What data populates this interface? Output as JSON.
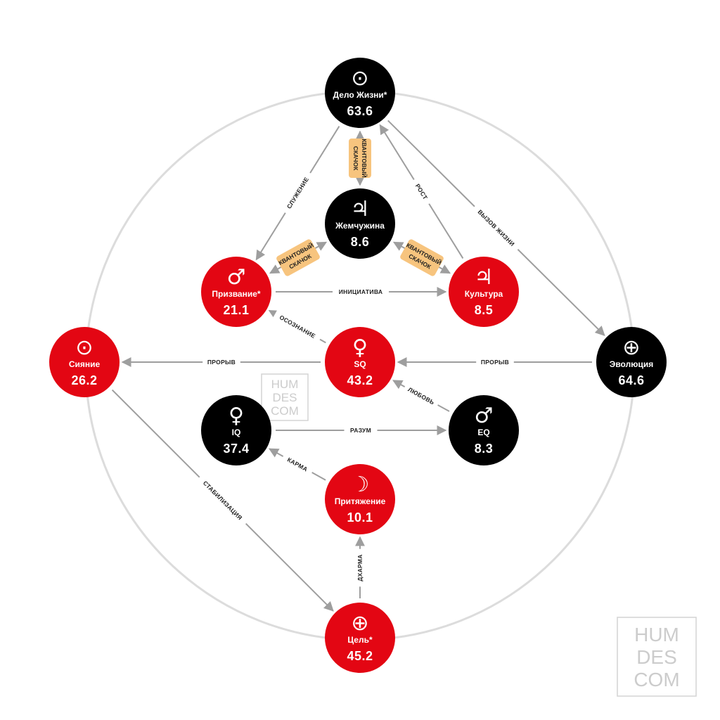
{
  "colors": {
    "red": "#e30613",
    "black": "#000000",
    "edge": "#9e9e9e",
    "ring": "#dcdcdc",
    "badge": "#f7c47e"
  },
  "nodes": [
    {
      "id": "delo",
      "label": "Дело Жизни*",
      "value": "63.6",
      "symbol": "sun-icon",
      "glyph": "⊙",
      "color": "black"
    },
    {
      "id": "pearl",
      "label": "Жемчужина",
      "value": "8.6",
      "symbol": "jupiter-icon",
      "glyph": "♃",
      "color": "black"
    },
    {
      "id": "prizv",
      "label": "Призвание*",
      "value": "21.1",
      "symbol": "mars-icon",
      "glyph": "♂",
      "color": "red"
    },
    {
      "id": "kult",
      "label": "Культура",
      "value": "8.5",
      "symbol": "jupiter-icon",
      "glyph": "♃",
      "color": "red"
    },
    {
      "id": "siyan",
      "label": "Сияние",
      "value": "26.2",
      "symbol": "sun-icon",
      "glyph": "⊙",
      "color": "red"
    },
    {
      "id": "sq",
      "label": "SQ",
      "value": "43.2",
      "symbol": "venus-icon",
      "glyph": "♀",
      "color": "red"
    },
    {
      "id": "evol",
      "label": "Эволюция",
      "value": "64.6",
      "symbol": "earth-icon",
      "glyph": "⊕",
      "color": "black"
    },
    {
      "id": "iq",
      "label": "IQ",
      "value": "37.4",
      "symbol": "venus-icon",
      "glyph": "♀",
      "color": "black"
    },
    {
      "id": "eq",
      "label": "EQ",
      "value": "8.3",
      "symbol": "mars-icon",
      "glyph": "♂",
      "color": "black"
    },
    {
      "id": "prit",
      "label": "Притяжение",
      "value": "10.1",
      "symbol": "moon-icon",
      "glyph": "☽",
      "color": "red"
    },
    {
      "id": "cel",
      "label": "Цель*",
      "value": "45.2",
      "symbol": "earth-icon",
      "glyph": "⊕",
      "color": "red"
    }
  ],
  "edges": [
    {
      "from": "delo",
      "to": "prizv",
      "label": "СЛУЖЕНИЕ"
    },
    {
      "from": "kult",
      "to": "delo",
      "label": "РОСТ"
    },
    {
      "from": "delo",
      "to": "evol",
      "label": "ВЫЗОВ ЖИЗНИ"
    },
    {
      "from": "prizv",
      "to": "kult",
      "label": "ИНИЦИАТИВА"
    },
    {
      "from": "sq",
      "to": "prizv",
      "label": "ОСОЗНАНИЕ"
    },
    {
      "from": "sq",
      "to": "siyan",
      "label": "ПРОРЫВ"
    },
    {
      "from": "evol",
      "to": "sq",
      "label": "ПРОРЫВ"
    },
    {
      "from": "eq",
      "to": "sq",
      "label": "ЛЮБОВЬ"
    },
    {
      "from": "iq",
      "to": "eq",
      "label": "РАЗУМ"
    },
    {
      "from": "prit",
      "to": "iq",
      "label": "КАРМА"
    },
    {
      "from": "siyan",
      "to": "cel",
      "label": "СТАБИЛИЗАЦИЯ"
    },
    {
      "from": "cel",
      "to": "prit",
      "label": "ДХАРМА"
    }
  ],
  "quantum_links": [
    {
      "a": "delo",
      "b": "pearl",
      "line1": "КВАНТОВЫЙ",
      "line2": "СКАЧОК"
    },
    {
      "a": "pearl",
      "b": "prizv",
      "line1": "КВАНТОВЫЙ",
      "line2": "СКАЧОК"
    },
    {
      "a": "pearl",
      "b": "kult",
      "line1": "КВАНТОВЫЙ",
      "line2": "СКАЧОК"
    }
  ],
  "watermarks": [
    {
      "lines": [
        "HUM",
        "DES",
        "COM"
      ]
    },
    {
      "lines": [
        "HUM",
        "DES",
        "COM"
      ]
    }
  ]
}
